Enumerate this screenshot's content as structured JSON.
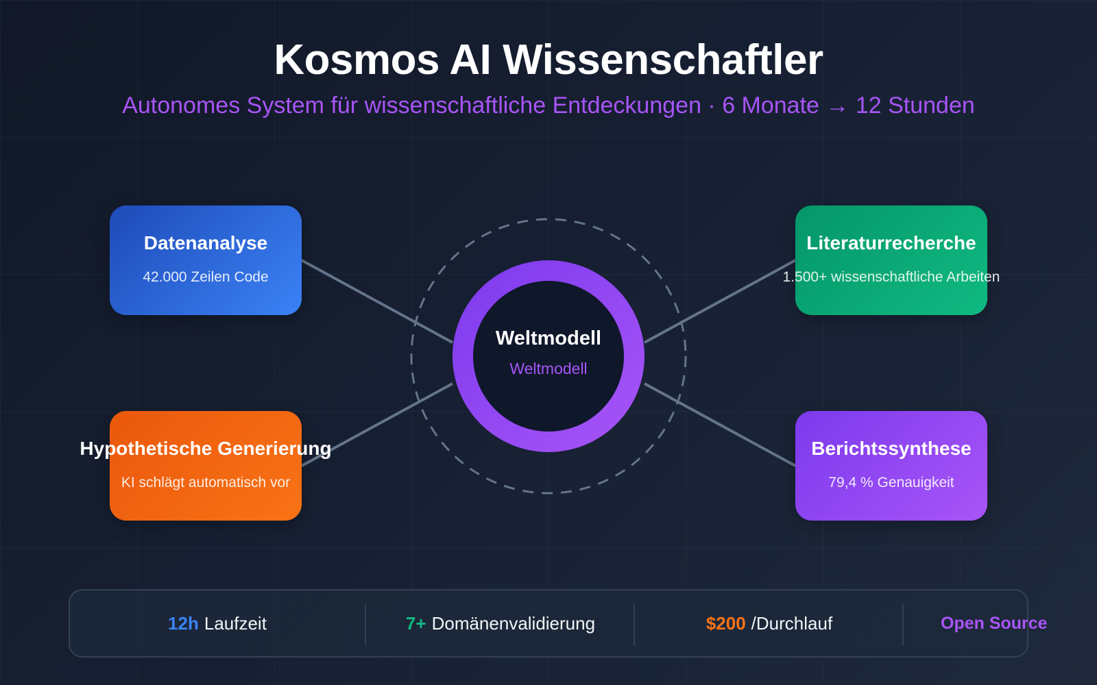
{
  "header": {
    "title": "Kosmos AI Wissenschaftler",
    "subtitle": "Autonomes System für wissenschaftliche Entdeckungen · 6 Monate → 12 Stunden"
  },
  "hub": {
    "title": "Weltmodell",
    "subtitle": "Weltmodell",
    "ring_color": "#7c3aed",
    "core_color": "#0f172a"
  },
  "modules": [
    {
      "title": "Datenanalyse",
      "subtitle": "42.000 Zeilen Code",
      "color": "#3b82f6"
    },
    {
      "title": "Literaturrecherche",
      "subtitle": "1.500+ wissenschaftliche Arbeiten",
      "color": "#10b981"
    },
    {
      "title": "Hypothetische Generierung",
      "subtitle": "KI schlägt automatisch vor",
      "color": "#f97316"
    },
    {
      "title": "Berichtssynthese",
      "subtitle": "79,4 % Genauigkeit",
      "color": "#a855f7"
    }
  ],
  "stats": [
    {
      "value": "12h",
      "label": "Laufzeit",
      "color": "#3b82f6"
    },
    {
      "value": "7+",
      "label": "Domänenvalidierung",
      "color": "#10b981"
    },
    {
      "value": "$200",
      "label": "/Durchlauf",
      "color": "#f97316"
    },
    {
      "value": "Open Source",
      "label": "",
      "color": "#a855f7"
    }
  ],
  "colors": {
    "background_start": "#111827",
    "background_end": "#1e293b",
    "connector": "#64748b",
    "accent_purple": "#a855f7"
  }
}
